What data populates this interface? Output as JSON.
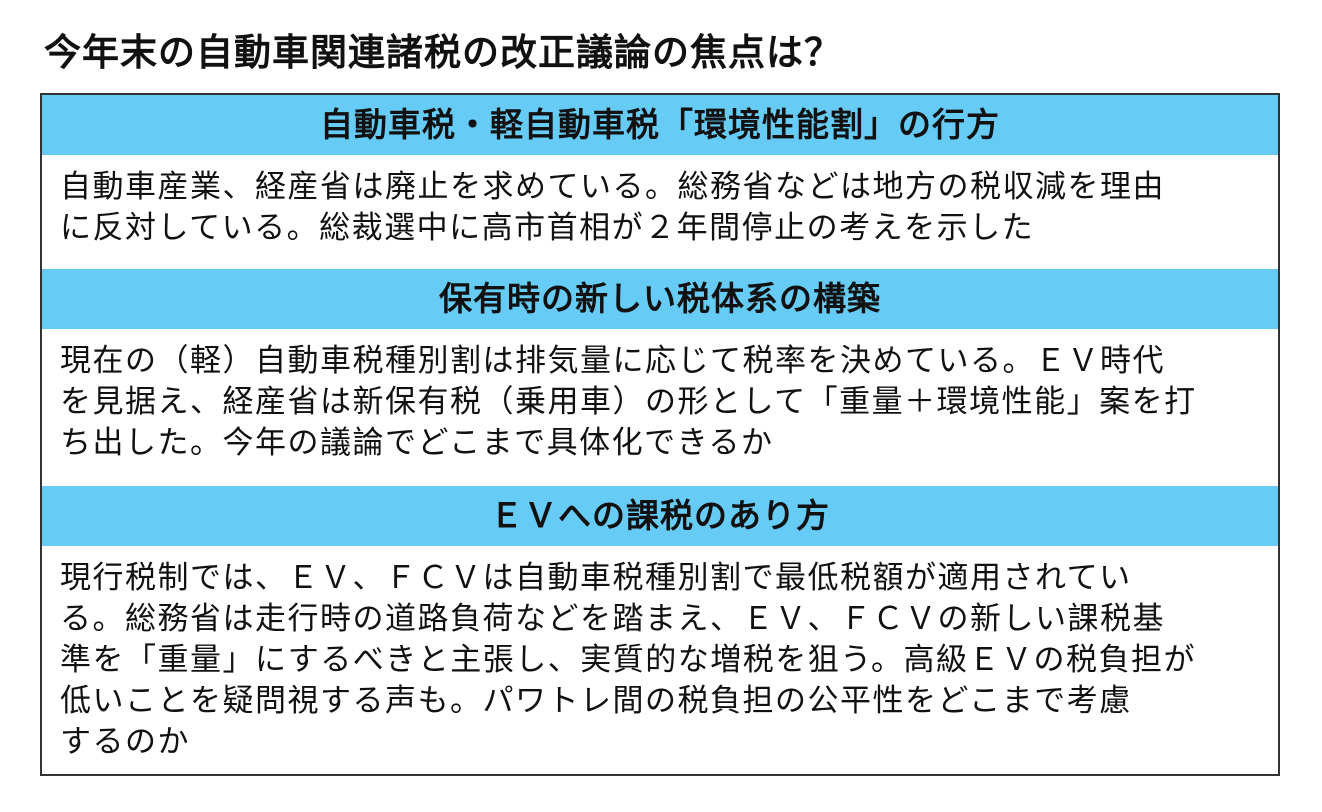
{
  "title": "今年末の自動車関連諸税の改正議論の焦点は？",
  "sections": [
    {
      "heading": "自動車税・軽自動車税「環境性能割」の行方",
      "lines": [
        "自動車産業、経産省は廃止を求めている。総務省などは地方の税収減を理由",
        "に反対している。総裁選中に高市首相が２年間停止の考えを示した"
      ]
    },
    {
      "heading": "保有時の新しい税体系の構築",
      "lines": [
        "現在の（軽）自動車税種別割は排気量に応じて税率を決めている。ＥＶ時代",
        "を見据え、経産省は新保有税（乗用車）の形として「重量＋環境性能」案を打",
        "ち出した。今年の議論でどこまで具体化できるか"
      ]
    },
    {
      "heading": "ＥＶへの課税のあり方",
      "lines": [
        "現行税制では、ＥＶ、ＦＣＶは自動車税種別割で最低税額が適用されてい",
        "る。総務省は走行時の道路負荷などを踏まえ、ＥＶ、ＦＣＶの新しい課税基",
        "準を「重量」にするべきと主張し、実質的な増税を狙う。高級ＥＶの税負担が",
        "低いことを疑問視する声も。パワトレ間の税負担の公平性をどこまで考慮",
        "するのか"
      ]
    }
  ]
}
